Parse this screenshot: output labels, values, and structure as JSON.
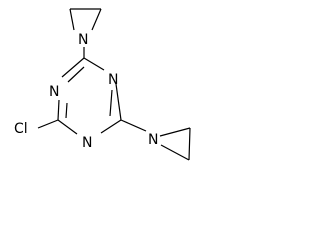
{
  "molecule": {
    "atoms": {
      "n1": "N",
      "n3": "N",
      "n5": "N",
      "n_aziridine_top": "N",
      "n_aziridine_right": "N",
      "cl": "Cl"
    }
  },
  "colors": {
    "bond": "#000000",
    "label": "#000000",
    "background": "#ffffff"
  }
}
